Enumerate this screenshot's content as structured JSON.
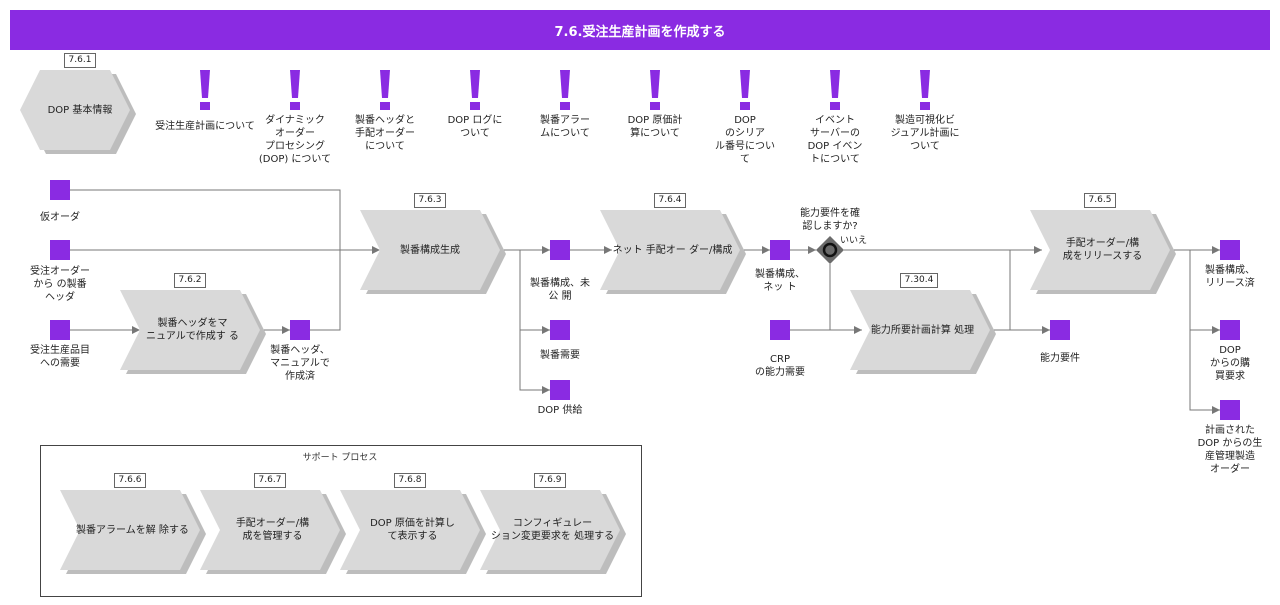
{
  "title": "7.6.受注生産計画を作成する",
  "colors": {
    "accent": "#8a2be2",
    "shape_fill": "#d9d9d9",
    "shadow": "#bdbdbd",
    "line": "#777777"
  },
  "hexagon": {
    "tag": "7.6.1",
    "label": "DOP 基本情報"
  },
  "notes": [
    {
      "label": "受注生産計画について"
    },
    {
      "label": "ダイナミック\nオーダー\nプロセシング\n(DOP) について"
    },
    {
      "label": "製番ヘッダと\n手配オーダー\nについて"
    },
    {
      "label": "DOP ログに\nついて"
    },
    {
      "label": "製番アラー\nムについて"
    },
    {
      "label": "DOP 原価計\n算について"
    },
    {
      "label": "DOP\nのシリア\nル番号につい\nて"
    },
    {
      "label": "イベント\nサーバーの\nDOP イベン\nトについて"
    },
    {
      "label": "製造可視化ビ\nジュアル計画に\nついて"
    }
  ],
  "processes": [
    {
      "id": "p762",
      "tag": "7.6.2",
      "label": "製番ヘッダをマ\nニュアルで作成す る"
    },
    {
      "id": "p763",
      "tag": "7.6.3",
      "label": "製番構成生成"
    },
    {
      "id": "p764",
      "tag": "7.6.4",
      "label": "ネット 手配オー ダー/構成"
    },
    {
      "id": "p7304",
      "tag": "7.30.4",
      "label": "能力所要計画計算 処理"
    },
    {
      "id": "p765",
      "tag": "7.6.5",
      "label": "手配オーダー/構\n成をリリースする"
    }
  ],
  "data_objects": [
    {
      "id": "d1",
      "label": "仮オーダ"
    },
    {
      "id": "d2",
      "label": "受注オーダー\nから の製番\nヘッダ"
    },
    {
      "id": "d3",
      "label": "受注生産品目\nへの需要"
    },
    {
      "id": "d4",
      "label": "製番ヘッダ、\nマニュアルで\n作成済"
    },
    {
      "id": "d5",
      "label": "製番構成、未\n公 開"
    },
    {
      "id": "d6",
      "label": "製番需要"
    },
    {
      "id": "d7",
      "label": "DOP 供給"
    },
    {
      "id": "d8",
      "label": "製番構成、\nネッ ト"
    },
    {
      "id": "d9",
      "label": "CRP\nの能力需要"
    },
    {
      "id": "d10",
      "label": "能力要件"
    },
    {
      "id": "d11",
      "label": "製番構成、\nリリース済"
    },
    {
      "id": "d12",
      "label": "DOP\nからの購\n買要求"
    },
    {
      "id": "d13",
      "label": "計画された\nDOP からの生\n産管理製造\nオーダー"
    }
  ],
  "decision": {
    "question": "能力要件を確\n認しますか?",
    "no_label": "いいえ"
  },
  "support": {
    "title": "サポート プロセス",
    "items": [
      {
        "tag": "7.6.6",
        "label": "製番アラームを解 除する"
      },
      {
        "tag": "7.6.7",
        "label": "手配オーダー/構\n成を管理する"
      },
      {
        "tag": "7.6.8",
        "label": "DOP 原価を計算し\nて表示する"
      },
      {
        "tag": "7.6.9",
        "label": "コンフィギュレー\nション変更要求を 処理する"
      }
    ]
  }
}
